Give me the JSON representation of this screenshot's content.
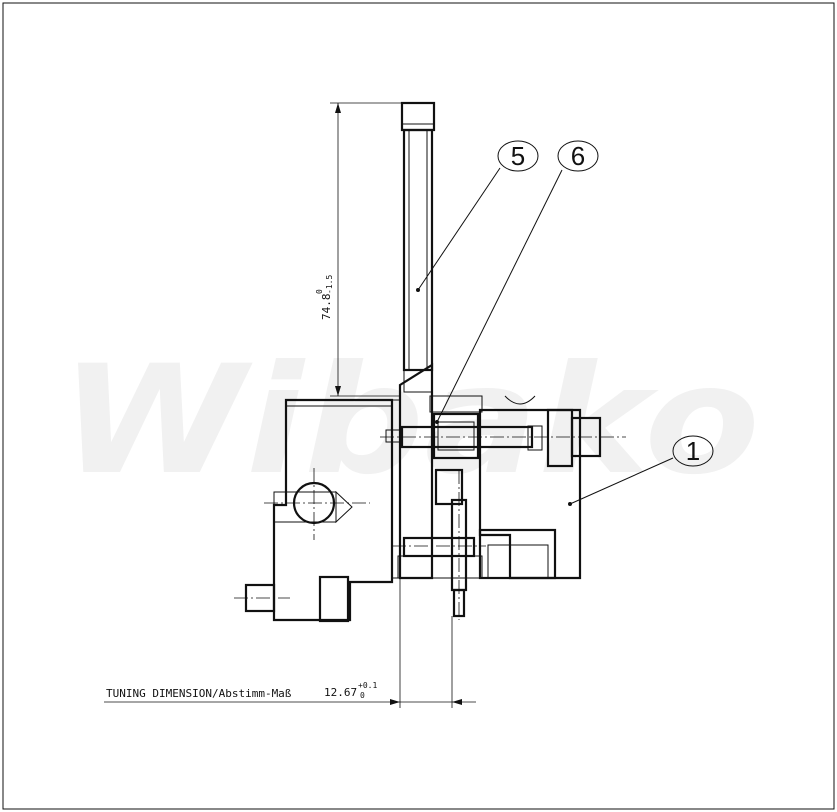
{
  "drawing": {
    "watermark": "Wibako",
    "callouts": [
      {
        "label": "5"
      },
      {
        "label": "6"
      },
      {
        "label": "1"
      }
    ],
    "height_dimension": {
      "nominal": "74.8",
      "upper_tol": "0",
      "lower_tol": "-1.5"
    },
    "tuning": {
      "label": "TUNING DIMENSION/Abstimm-Maß",
      "nominal": "12.67",
      "upper_tol": "+0.1",
      "lower_tol": "0"
    }
  }
}
